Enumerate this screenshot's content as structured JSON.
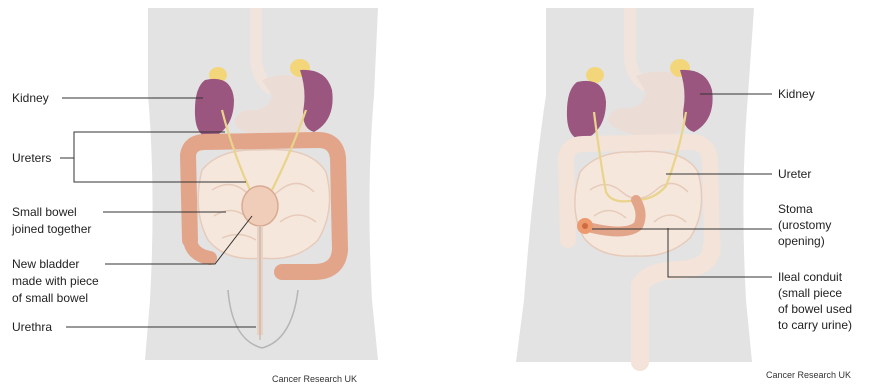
{
  "left_diagram": {
    "labels": {
      "kidney": "Kidney",
      "ureters": "Ureters",
      "small_bowel_line1": "Small bowel",
      "small_bowel_line2": "joined together",
      "new_bladder_line1": "New bladder",
      "new_bladder_line2": "made with piece",
      "new_bladder_line3": "of small bowel",
      "urethra": "Urethra"
    },
    "credit": "Cancer Research UK"
  },
  "right_diagram": {
    "labels": {
      "kidney": "Kidney",
      "ureter": "Ureter",
      "stoma_line1": "Stoma",
      "stoma_line2": "(urostomy",
      "stoma_line3": "opening)",
      "conduit_line1": "Ileal conduit",
      "conduit_line2": "(small piece",
      "conduit_line3": "of bowel used",
      "conduit_line4": "to carry urine)"
    },
    "credit": "Cancer Research UK"
  },
  "colors": {
    "body_silhouette": "#e3e3e3",
    "kidney": "#9b5680",
    "adrenal": "#f3d67a",
    "bowel_colon": "#e2a58a",
    "small_bowel": "#f6e7dc",
    "stomach": "#ecdcd6",
    "bladder": "#efcdb8",
    "ureter": "#e8d48a",
    "stoma": "#ec9a6e",
    "leader_line": "#333333",
    "label_text": "#222222"
  }
}
